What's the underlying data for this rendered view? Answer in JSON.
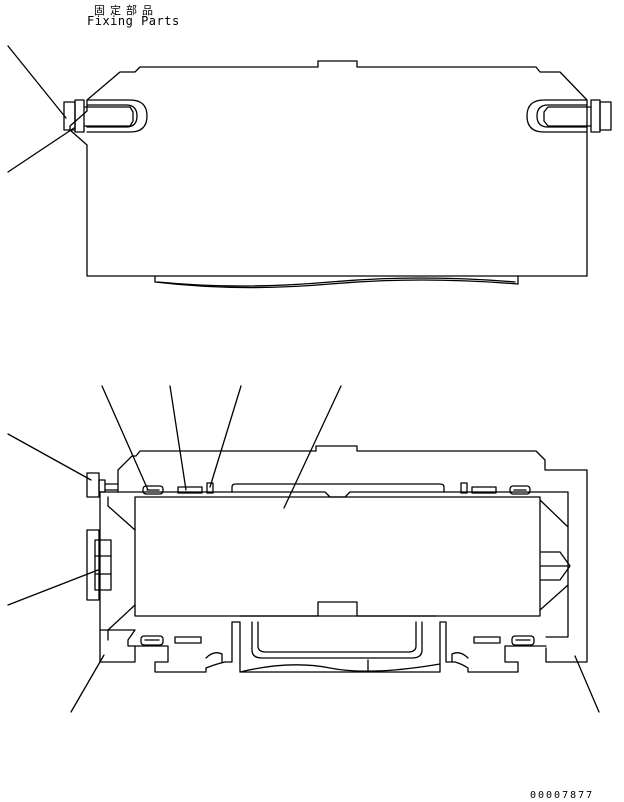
{
  "header": {
    "title_jp": "固定部品",
    "title_en": "Fixing Parts"
  },
  "footer": {
    "drawing_number": "00007877"
  },
  "colors": {
    "ink": "#000000",
    "paper": "#ffffff"
  }
}
